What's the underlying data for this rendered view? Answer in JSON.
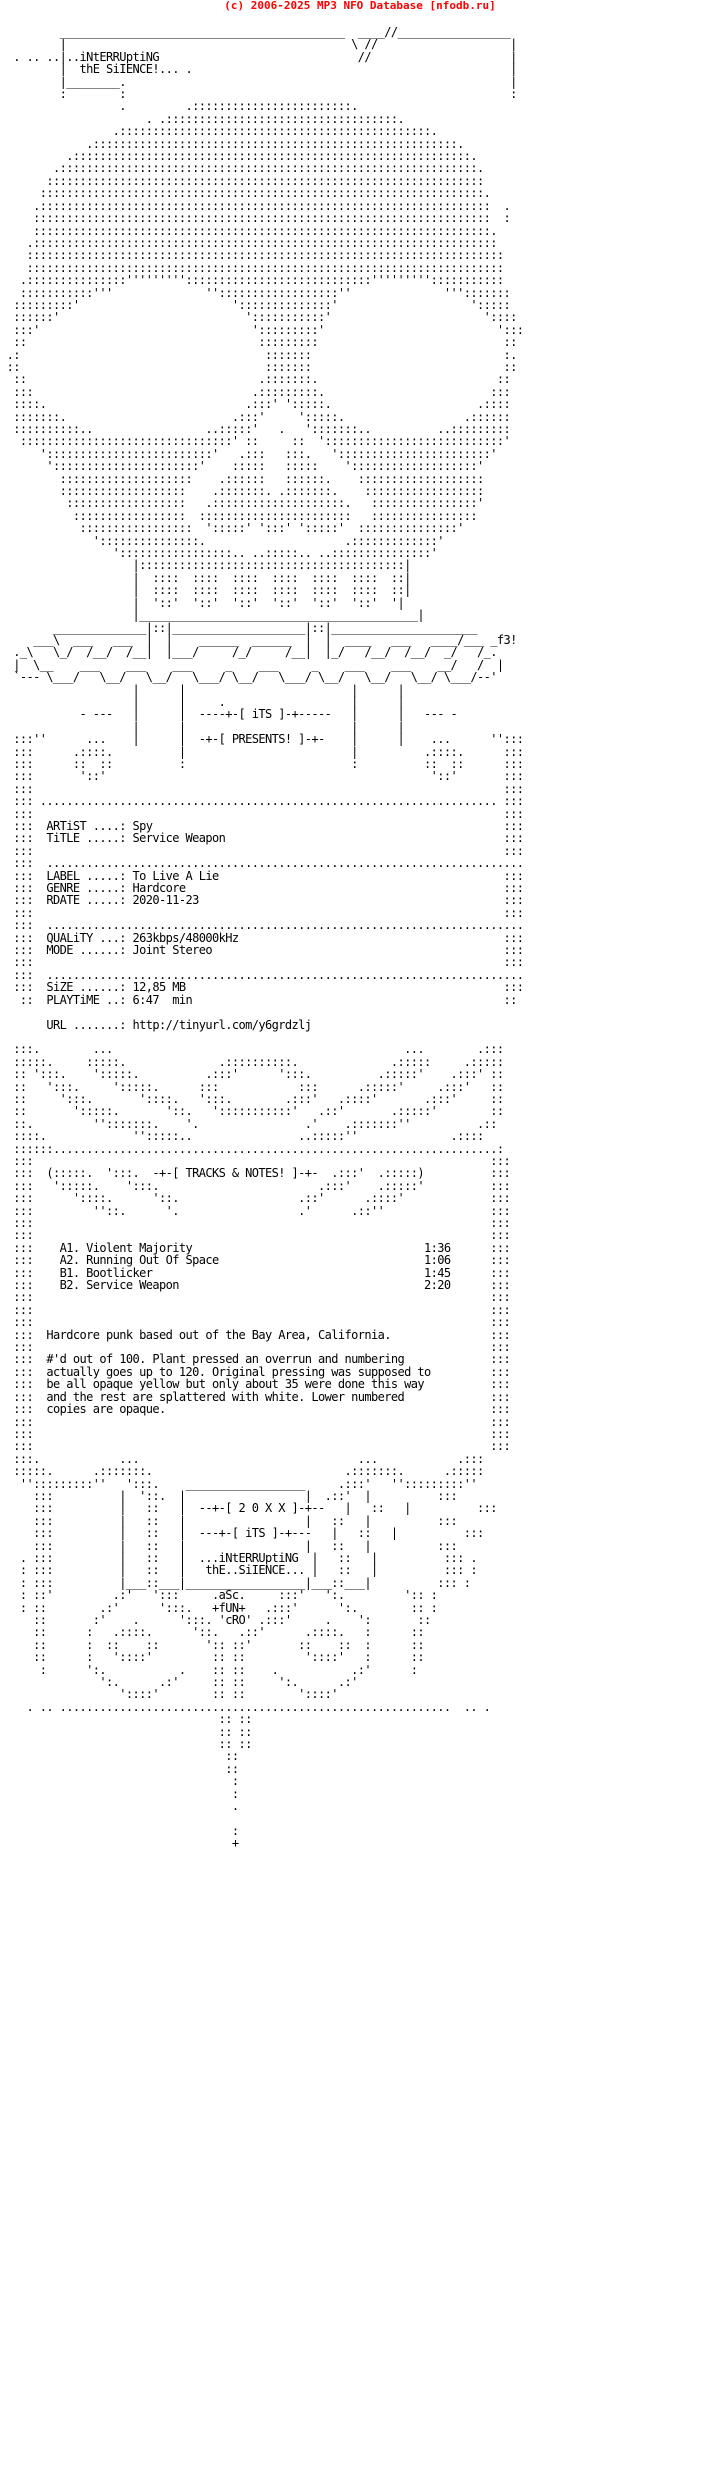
{
  "banner": {
    "text": "(c) 2006-2025 MP3 NFO Database [nfodb.ru]",
    "color": "#ff0000"
  },
  "nfo": {
    "text_color": "#000000",
    "background": "#ffffff",
    "lines": [
      "         ___________________________________________  ____//_________________",
      "         |                                           \\ //                    |",
      "  . .. ..|..iNtERRUptiNG                              //                     |",
      "         |  thE SiIENCE!... .                                                |",
      "         |________.                                                          |",
      "         :        :                                                          :",
      "                  .         .::::::::::::::::::::::::.                        ",
      "                      . .:::::::::::::::::::::::::::::::::::.                 ",
      "                 .:::::::::::::::::::::::::::::::::::::::::::::::.            ",
      "             .:::::::::::::::::::::::::::::::::::::::::::::::::::::::.        ",
      "          .::::::::::::::::::::::::::::::::::::::::::::::::::::::::::::.      ",
      "        .:::::::::::::::::::::::::::::::::::::::::::::::::::::::::::::::.    ",
      "       ::::::::::::::::::::::::::::::::::::::::::::::::::::::::::::::::::    ",
      "      :::::::::::::::::::::::::::::::::::::::::::::::::::::::::::::::::::.   ",
      "     .::::::::::::::::::::::::::::::::::::::::::::::::::::::::::::::::::::  .",
      "     :::::::::::::::::::::::::::::::::::::::::::::::::::::::::::::::::::::  :",
      "     :::::::::::::::::::::::::::::::::::::::::::::::::::::::::::::::::::::.  ",
      "    .::::::::::::::::::::::::::::::::::::::::::::::::::::::::::::::::::::::  ",
      "    ::::::::::::::::::::::::::::::::::::::::::::::::::::::::::::::::::::::::  ",
      "    ::::::::::::::::::::::::::::::::::::::::::::::::::::::::::::::::::::::::  ",
      "   .:::::::::::::::'''''''''::::::::::::::::::::::::::::'''''''''::::::::::: ",
      "   :::::::::::'''              ''::::::::::::::::::''              ''':::::::",
      "  :::::::::'                       '::::::::::::::'                    ':::::",
      "  ::::::'                            ':::::::::::'                       '::::",
      "  :::'                                ':::::::::'                          ':::",
      "  ::                                   :::::::::                            ::",
      " .:                                     :::::::                             :.",
      " ::                                     :::::::                             ::",
      "  ::                                   .:::::::.                           ::",
      "  :::                                 .:::::::::.                         :::",
      "  ::::.                              .:::' ':::::.                      .::::",
      "  :::::::.                         .:::'     ':::::.                  .::::::",
      "  ::::::::::..                 ..:::::'   .   ':::::::..          ..:::::::::",
      "   ::::::::::::::::::::::::::::::::' ::     ::  ':::::::::::::::::::::::::::' ",
      "      ':::::::::::::::::::::::::'   .:::   :::.   ':::::::::::::::::::::::'   ",
      "       '::::::::::::::::::::::'    :::::   :::::    ':::::::::::::::::::'     ",
      "         ::::::::::::::::::::    .::::::   ::::::.    :::::::::::::::::::     ",
      "         :::::::::::::::::::    .:::::::. .:::::::.    ::::::::::::::::::     ",
      "          ::::::::::::::::::   .::::::::::::::::::::.   ::::::::::::::::'     ",
      "           :::::::::::::::::  :::::::::::::::::::::::   ::::::::::::::::      ",
      "            :::::::::::::::::  ':::::' ':::' ':::::'  :::::::::::::::'       ",
      "              ':::::::::::::::.                     .:::::::::::::'          ",
      "                 ':::::::::::::::::.. ..:::::.. ..:::::::::::::::'            ",
      "                    |::::::::::::::::::::::::::::::::::::::::|                ",
      "                    |  ::::  ::::  ::::  ::::  ::::  ::::  ::|                ",
      "                    |  ::::  ::::  ::::  ::::  ::::  ::::  ::|                ",
      "                    |  '::'  '::'  '::'  '::'  '::'  '::'  '|                ",
      "                    |__________________________________________|                ",
      "        ______________|::|____________________|::|______________________        ",
      "     ___\\  ___   ___  |  |    ______  ______  |  |  ____   ___   ____/___ _f3!",
      "  ._\\   \\_/  /__/  /__|  |___/     /_/     /__|  |_/   /__/  /__/  _/   /_.  ",
      "  |  \\__    ___    ___    ___     _    ___     _    ___    ___    __/   /  |  ",
      "  `--- \\___/   \\__/   \\__/   \\___/ \\__/   \\___/ \\__/   \\__/   \\__/ \\___/--'  ",
      "                    |      |                         |      |                 ",
      "                    |      |     .                   |      |                 ",
      "            - ---   |      |  ----+-[ iTS ]-+-----   |      |   --- -         ",
      "                    |      |                         |      |                 ",
      "  :::''      ...    |      |  -+-[ PRESENTS! ]-+-    |      |    ...      '':::",
      "  :::      .::::.          |                         |          .::::.      :::",
      "  :::      ::  ::          :                         :          ::  ::      :::",
      "  :::       '::'                                                 '::'       :::",
      "  :::                                                                       :::",
      "  ::: ..................................................................... :::",
      "  :::                                                                       :::",
      "  :::  ARTiST ....: Spy                                                     :::",
      "  :::  TiTLE .....: Service Weapon                                          :::",
      "  :::                                                                       :::",
      "  :::  ........................................................................",
      "  :::  LABEL .....: To Live A Lie                                           :::",
      "  :::  GENRE .....: Hardcore                                                :::",
      "  :::  RDATE .....: 2020-11-23                                              :::",
      "  :::                                                                       :::",
      "  :::  ........................................................................",
      "  :::  QUALiTY ...: 263kbps/48000kHz                                        :::",
      "  :::  MODE ......: Joint Stereo                                            :::",
      "  :::                                                                       :::",
      "  :::  ........................................................................",
      "  :::  SiZE ......: 12,85 MB                                                :::",
      "   ::  PLAYTiME ..: 6:47  min                                               :: ",
      "                                                                               ",
      "       URL .......: http://tinyurl.com/y6grdzlj                                ",
      "                                                                               ",
      "  :::.        ...                                            ...        .:::  ",
      "  :::::.     :::::.              .::::::::::.              .:::::     .:::::  ",
      "  :: ':::.    ':::::.          .:::'      ':::.          .:::::'    .:::' ::  ",
      "  ::   ':::.     ':::::.      :::            :::      .:::::'     .:::'   ::  ",
      "  ::     ':::.       '::::.   ':::.        .:::'   .::::'       .:::'     ::  ",
      "  ::       ':::::.       '::.   ':::::::::::'   .::'       .:::::'        ::  ",
      "  ::.         '':::::::.    '.                .'    .:::::::''          .::  ",
      "  ::::.             '':::::..                ..:::::''              .::::  ",
      "  ::::::...................................................................:",
      "  :::                                                                     :::",
      "  :::  (:::::.  ':::.  -+-[ TRACKS & NOTES! ]-+-  .:::'  .:::::)          :::",
      "  :::   ':::::.    ':::.                        .:::'    .:::::'          :::",
      "  :::      '::::.      '::.                  .::'      .::::'             :::",
      "  :::         ''::.      '.                  .'      .::''                :::",
      "  :::                                                                     :::",
      "  :::                                                                     :::",
      "  :::    A1. Violent Majority                                   1:36      :::",
      "  :::    A2. Running Out Of Space                               1:06      :::",
      "  :::    B1. Bootlicker                                         1:45      :::",
      "  :::    B2. Service Weapon                                     2:20      :::",
      "  :::                                                                     :::",
      "  :::                                                                     :::",
      "  :::                                                                     :::",
      "  :::  Hardcore punk based out of the Bay Area, California.               :::",
      "  :::                                                                     :::",
      "  :::  #'d out of 100. Plant pressed an overrun and numbering             :::",
      "  :::  actually goes up to 120. Original pressing was supposed to         :::",
      "  :::  be all opaque yellow but only about 35 were done this way          :::",
      "  :::  and the rest are splattered with white. Lower numbered             :::",
      "  :::  copies are opaque.                                                 :::",
      "  :::                                                                     :::",
      "  :::                                                                     :::",
      "  :::                                                                     :::",
      "  :::.            ...                                 ...            .:::  ",
      "  :::::.      .:::::::.                             .:::::::.      .:::::  ",
      "   '':::::::::''   ':::.    __________________     .:::'   '':::::::::''  ",
      "     :::          |  '::.  |                  |  .::'  |          :::     ",
      "     :::          |   ::   |  --+-[ 2 0 X X ]-+--   |   ::   |          :::     ",
      "     :::          |   ::   |                  |   ::   |          :::     ",
      "     :::          |   ::   |  ---+-[ iTS ]-+---   |   ::   |          :::     ",
      "     :::          |   ::   |                  |   ::   |          :::     ",
      "   . :::          |   ::   |  ...iNtERRUptiNG  |   ::   |          ::: .   ",
      "   : :::          |   ::   |   thE..SiIENCE... |   ::   |          ::: :   ",
      "   : :::          |___::___|__________________|___::___|          ::: :   ",
      "   : ::'         .:'   ':::     .aSc.     :::'   ':.         ':: :   ",
      "   : ::        .:'      ':::.   +fUN+   .:::'      ':.        :: :   ",
      "     ::       :'    .      ':::. 'cRO' .:::'     .    ':       ::     ",
      "     ::      :   .::::.      '::.   .::'      .::::.   :      ::     ",
      "     ::      :  ::    ::       ':: ::'       ::    ::  :      ::     ",
      "     ::      :   '::::'         :: ::         '::::'   :      ::     ",
      "      :      ':.           .    :: ::    .           .:'      :      ",
      "               ':.      .:'     :: ::     ':.      .:'               ",
      "                  '::::'        :: ::        '::::'                  ",
      "    . .. ...........................................................  .. .",
      "                                 :: ::                                 ",
      "                                 :: ::                                 ",
      "                                 :: ::                                 ",
      "                                  ::                                  ",
      "                                  ::                                  ",
      "                                   :                                   ",
      "                                   :                                   ",
      "                                   .                                   ",
      "                                                                       ",
      "                                   :                                   ",
      "                                   +                                   "
    ]
  }
}
